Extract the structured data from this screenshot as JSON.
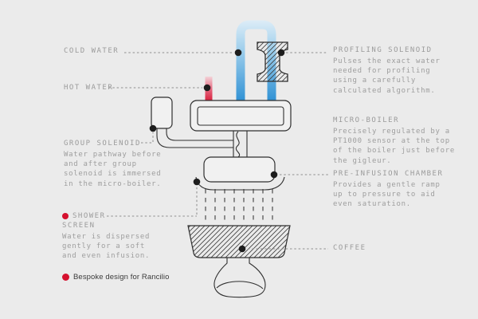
{
  "colors": {
    "background": "#ebebeb",
    "outline": "#2f2f2f",
    "leader_gray": "#8f8f8f",
    "label_gray": "#9b9b9b",
    "dark_text": "#3b3b3b",
    "accent_red": "#d5112e",
    "cold_water_blue": "#2e8fd2",
    "hot_water_red": "#d5112e",
    "marker_black": "#1d1d1d"
  },
  "labels": {
    "cold_water": {
      "title": "COLD WATER"
    },
    "hot_water": {
      "title": "HOT WATER"
    },
    "group_solenoid": {
      "title": "GROUP SOLENOID",
      "lines": [
        "Water pathway before",
        "and after group",
        "solenoid is immersed",
        "in the micro-boiler."
      ]
    },
    "shower_screen": {
      "title_line1": "SHOWER",
      "title_line2": "SCREEN",
      "lines": [
        "Water is dispersed",
        "gently for a soft",
        "and even infusion."
      ]
    },
    "profiling_solenoid": {
      "title": "PROFILING SOLENOID",
      "lines": [
        "Pulses the exact water",
        "needed for profiling",
        "using a carefully",
        "calculated algorithm."
      ]
    },
    "micro_boiler": {
      "title": "MICRO-BOILER",
      "lines": [
        "Precisely regulated by a",
        "PT1000 sensor at the top",
        "of the boiler just before",
        "the gigleur."
      ]
    },
    "pre_infusion_chamber": {
      "title": "PRE-INFUSION CHAMBER",
      "lines": [
        "Provides a gentle ramp",
        "up to pressure to aid",
        "even saturation."
      ]
    },
    "coffee": {
      "title": "COFFEE"
    }
  },
  "footer": {
    "note": "Bespoke design for Rancilio"
  }
}
